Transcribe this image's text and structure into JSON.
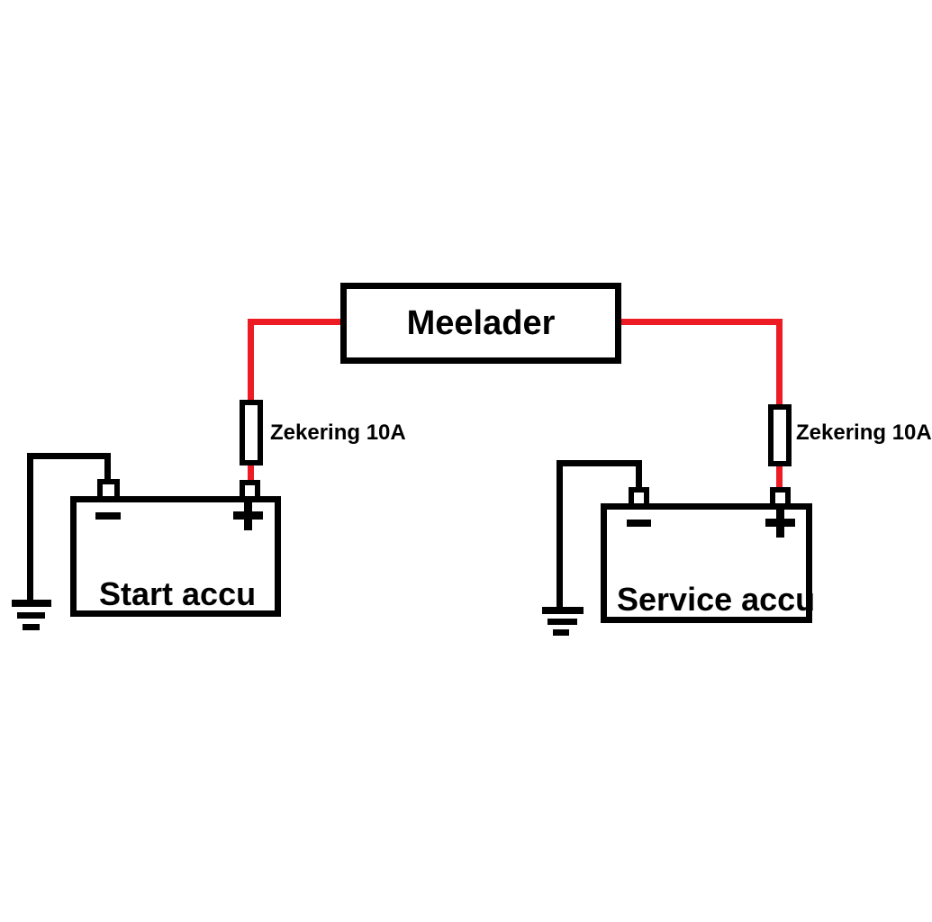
{
  "diagram_type": "dual-battery charging wiring schematic",
  "colors": {
    "background": "#ffffff",
    "positive_wire": "#ed1c24",
    "ground_wire": "#000000",
    "component_outline": "#000000",
    "text": "#000000"
  },
  "charger": {
    "label": "Meelader"
  },
  "left_circuit": {
    "fuse_label": "Zekering 10A",
    "battery_label": "Start accu"
  },
  "right_circuit": {
    "fuse_label": "Zekering 10A",
    "battery_label": "Service accu"
  },
  "icons": {
    "negative_terminal": "minus-icon",
    "positive_terminal": "plus-icon",
    "chassis_ground": "ground-icon"
  }
}
